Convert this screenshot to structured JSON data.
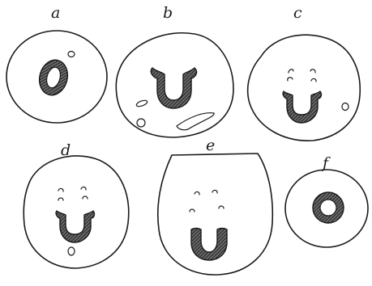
{
  "figure": {
    "panels": [
      {
        "id": "a",
        "label": "a"
      },
      {
        "id": "b",
        "label": "b"
      },
      {
        "id": "c",
        "label": "c"
      },
      {
        "id": "d",
        "label": "d"
      },
      {
        "id": "e",
        "label": "e"
      },
      {
        "id": "f",
        "label": "f"
      }
    ]
  },
  "colors": {
    "ink": "#1a1a1a",
    "paper": "#ffffff"
  }
}
